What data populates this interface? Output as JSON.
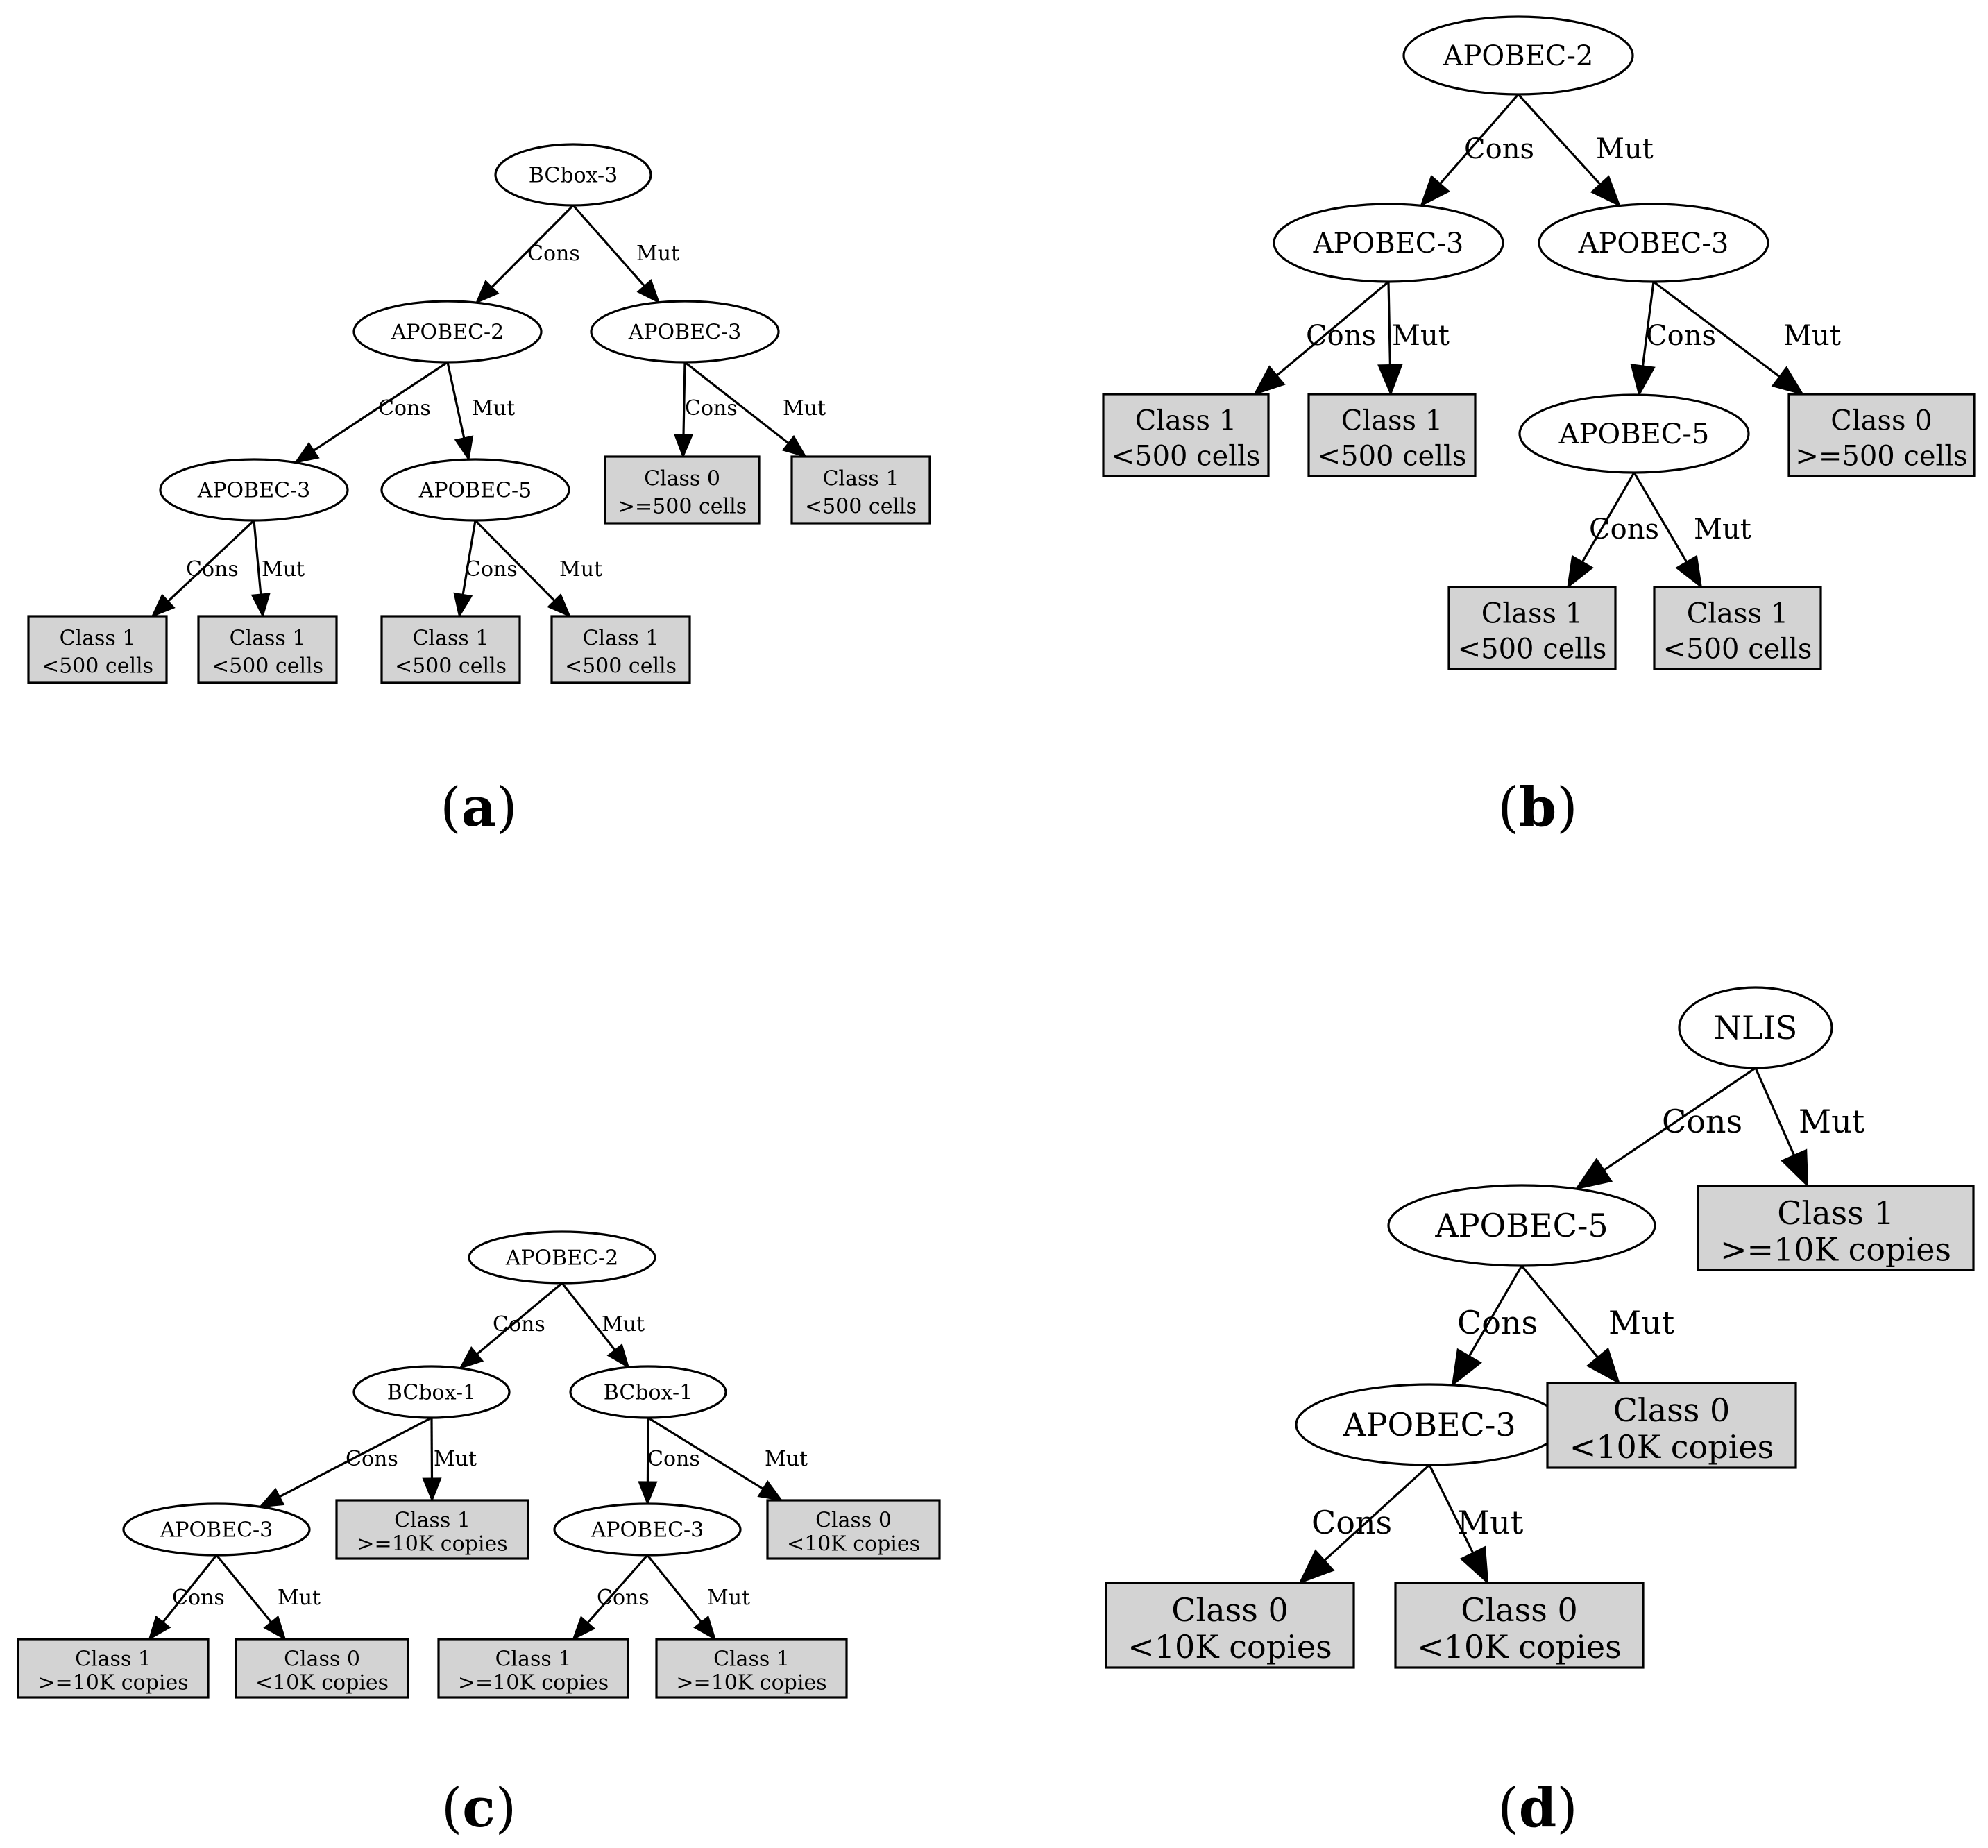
{
  "panels": [
    {
      "id": "a",
      "label": "a",
      "nodes": [
        {
          "id": "a1",
          "kind": "split",
          "text": [
            "BCbox-3"
          ]
        },
        {
          "id": "a2",
          "kind": "split",
          "text": [
            "APOBEC-2"
          ]
        },
        {
          "id": "a3",
          "kind": "split",
          "text": [
            "APOBEC-3"
          ]
        },
        {
          "id": "a4",
          "kind": "split",
          "text": [
            "APOBEC-3"
          ]
        },
        {
          "id": "a5",
          "kind": "split",
          "text": [
            "APOBEC-5"
          ]
        },
        {
          "id": "a6",
          "kind": "leaf",
          "text": [
            "Class 0",
            ">=500 cells"
          ]
        },
        {
          "id": "a7",
          "kind": "leaf",
          "text": [
            "Class 1",
            "<500 cells"
          ]
        },
        {
          "id": "a8",
          "kind": "leaf",
          "text": [
            "Class 1",
            "<500 cells"
          ]
        },
        {
          "id": "a9",
          "kind": "leaf",
          "text": [
            "Class 1",
            "<500 cells"
          ]
        },
        {
          "id": "a10",
          "kind": "leaf",
          "text": [
            "Class 1",
            "<500 cells"
          ]
        },
        {
          "id": "a11",
          "kind": "leaf",
          "text": [
            "Class 1",
            "<500 cells"
          ]
        }
      ],
      "edges": [
        {
          "from": "a1",
          "to": "a2",
          "label": "Cons"
        },
        {
          "from": "a1",
          "to": "a3",
          "label": "Mut"
        },
        {
          "from": "a2",
          "to": "a4",
          "label": "Cons"
        },
        {
          "from": "a2",
          "to": "a5",
          "label": "Mut"
        },
        {
          "from": "a3",
          "to": "a6",
          "label": "Cons"
        },
        {
          "from": "a3",
          "to": "a7",
          "label": "Mut"
        },
        {
          "from": "a4",
          "to": "a8",
          "label": "Cons"
        },
        {
          "from": "a4",
          "to": "a9",
          "label": "Mut"
        },
        {
          "from": "a5",
          "to": "a10",
          "label": "Cons"
        },
        {
          "from": "a5",
          "to": "a11",
          "label": "Mut"
        }
      ]
    },
    {
      "id": "b",
      "label": "b",
      "nodes": [
        {
          "id": "b1",
          "kind": "split",
          "text": [
            "APOBEC-2"
          ]
        },
        {
          "id": "b2",
          "kind": "split",
          "text": [
            "APOBEC-3"
          ]
        },
        {
          "id": "b3",
          "kind": "split",
          "text": [
            "APOBEC-3"
          ]
        },
        {
          "id": "b4",
          "kind": "leaf",
          "text": [
            "Class 1",
            "<500 cells"
          ]
        },
        {
          "id": "b5",
          "kind": "leaf",
          "text": [
            "Class 1",
            "<500 cells"
          ]
        },
        {
          "id": "b6",
          "kind": "split",
          "text": [
            "APOBEC-5"
          ]
        },
        {
          "id": "b7",
          "kind": "leaf",
          "text": [
            "Class 0",
            ">=500 cells"
          ]
        },
        {
          "id": "b8",
          "kind": "leaf",
          "text": [
            "Class 1",
            "<500 cells"
          ]
        },
        {
          "id": "b9",
          "kind": "leaf",
          "text": [
            "Class 1",
            "<500 cells"
          ]
        }
      ],
      "edges": [
        {
          "from": "b1",
          "to": "b2",
          "label": "Cons"
        },
        {
          "from": "b1",
          "to": "b3",
          "label": "Mut"
        },
        {
          "from": "b2",
          "to": "b4",
          "label": "Cons"
        },
        {
          "from": "b2",
          "to": "b5",
          "label": "Mut"
        },
        {
          "from": "b3",
          "to": "b6",
          "label": "Cons"
        },
        {
          "from": "b3",
          "to": "b7",
          "label": "Mut"
        },
        {
          "from": "b6",
          "to": "b8",
          "label": "Cons"
        },
        {
          "from": "b6",
          "to": "b9",
          "label": "Mut"
        }
      ]
    },
    {
      "id": "c",
      "label": "c",
      "nodes": [
        {
          "id": "c1",
          "kind": "split",
          "text": [
            "APOBEC-2"
          ]
        },
        {
          "id": "c2",
          "kind": "split",
          "text": [
            "BCbox-1"
          ]
        },
        {
          "id": "c3",
          "kind": "split",
          "text": [
            "BCbox-1"
          ]
        },
        {
          "id": "c4",
          "kind": "split",
          "text": [
            "APOBEC-3"
          ]
        },
        {
          "id": "c5",
          "kind": "leaf",
          "text": [
            "Class 1",
            ">=10K copies"
          ]
        },
        {
          "id": "c6",
          "kind": "split",
          "text": [
            "APOBEC-3"
          ]
        },
        {
          "id": "c7",
          "kind": "leaf",
          "text": [
            "Class 0",
            "<10K copies"
          ]
        },
        {
          "id": "c8",
          "kind": "leaf",
          "text": [
            "Class 1",
            ">=10K copies"
          ]
        },
        {
          "id": "c9",
          "kind": "leaf",
          "text": [
            "Class 0",
            "<10K copies"
          ]
        },
        {
          "id": "c10",
          "kind": "leaf",
          "text": [
            "Class 1",
            ">=10K copies"
          ]
        },
        {
          "id": "c11",
          "kind": "leaf",
          "text": [
            "Class 1",
            ">=10K copies"
          ]
        }
      ],
      "edges": [
        {
          "from": "c1",
          "to": "c2",
          "label": "Cons"
        },
        {
          "from": "c1",
          "to": "c3",
          "label": "Mut"
        },
        {
          "from": "c2",
          "to": "c4",
          "label": "Cons"
        },
        {
          "from": "c2",
          "to": "c5",
          "label": "Mut"
        },
        {
          "from": "c3",
          "to": "c6",
          "label": "Cons"
        },
        {
          "from": "c3",
          "to": "c7",
          "label": "Mut"
        },
        {
          "from": "c4",
          "to": "c8",
          "label": "Cons"
        },
        {
          "from": "c4",
          "to": "c9",
          "label": "Mut"
        },
        {
          "from": "c6",
          "to": "c10",
          "label": "Cons"
        },
        {
          "from": "c6",
          "to": "c11",
          "label": "Mut"
        }
      ]
    },
    {
      "id": "d",
      "label": "d",
      "nodes": [
        {
          "id": "d1",
          "kind": "split",
          "text": [
            "NLIS"
          ]
        },
        {
          "id": "d2",
          "kind": "split",
          "text": [
            "APOBEC-5"
          ]
        },
        {
          "id": "d3",
          "kind": "leaf",
          "text": [
            "Class 1",
            ">=10K copies"
          ]
        },
        {
          "id": "d4",
          "kind": "split",
          "text": [
            "APOBEC-3"
          ]
        },
        {
          "id": "d5",
          "kind": "leaf",
          "text": [
            "Class 0",
            "<10K copies"
          ]
        },
        {
          "id": "d6",
          "kind": "leaf",
          "text": [
            "Class 0",
            "<10K copies"
          ]
        },
        {
          "id": "d7",
          "kind": "leaf",
          "text": [
            "Class 0",
            "<10K copies"
          ]
        }
      ],
      "edges": [
        {
          "from": "d1",
          "to": "d2",
          "label": "Cons"
        },
        {
          "from": "d1",
          "to": "d3",
          "label": "Mut"
        },
        {
          "from": "d2",
          "to": "d4",
          "label": "Cons"
        },
        {
          "from": "d2",
          "to": "d5",
          "label": "Mut"
        },
        {
          "from": "d4",
          "to": "d6",
          "label": "Cons"
        },
        {
          "from": "d4",
          "to": "d7",
          "label": "Mut"
        }
      ]
    }
  ]
}
